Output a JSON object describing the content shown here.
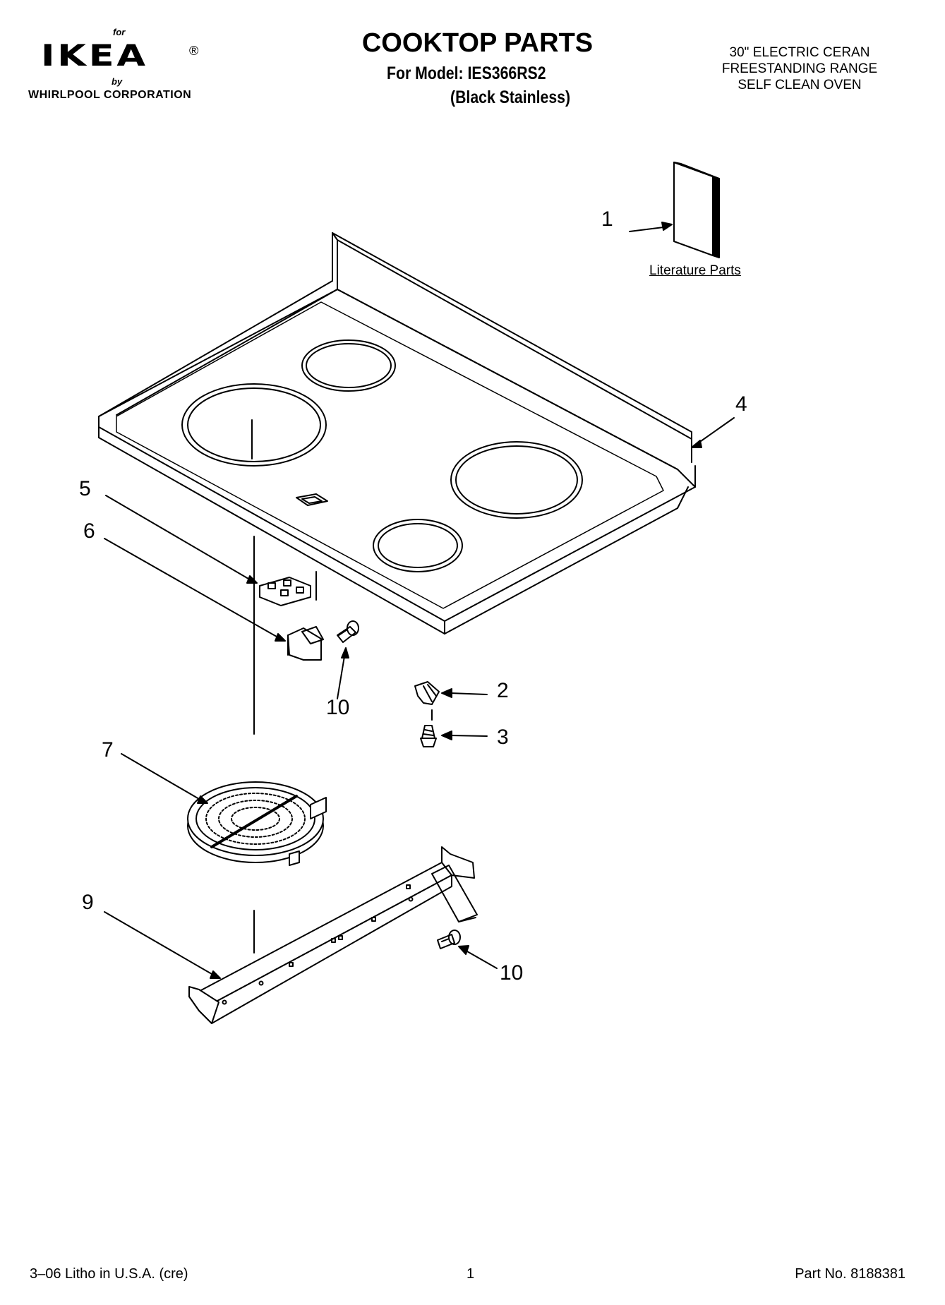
{
  "brand": {
    "for": "for",
    "logo": "IKEA",
    "registered": "®",
    "by": "by",
    "corporation": "WHIRLPOOL  CORPORATION"
  },
  "header": {
    "title": "COOKTOP PARTS",
    "model": "For Model: IES366RS2",
    "color": "(Black Stainless)",
    "description": [
      "30\" ELECTRIC CERAN",
      "FREESTANDING RANGE",
      "SELF CLEAN OVEN"
    ]
  },
  "diagram": {
    "literature_label": "Literature Parts",
    "callouts": [
      "1",
      "2",
      "3",
      "4",
      "5",
      "6",
      "7",
      "9",
      "10",
      "10"
    ]
  },
  "footer": {
    "left": "3–06 Litho in U.S.A. (cre)",
    "center": "1",
    "right": "Part No. 8188381"
  }
}
